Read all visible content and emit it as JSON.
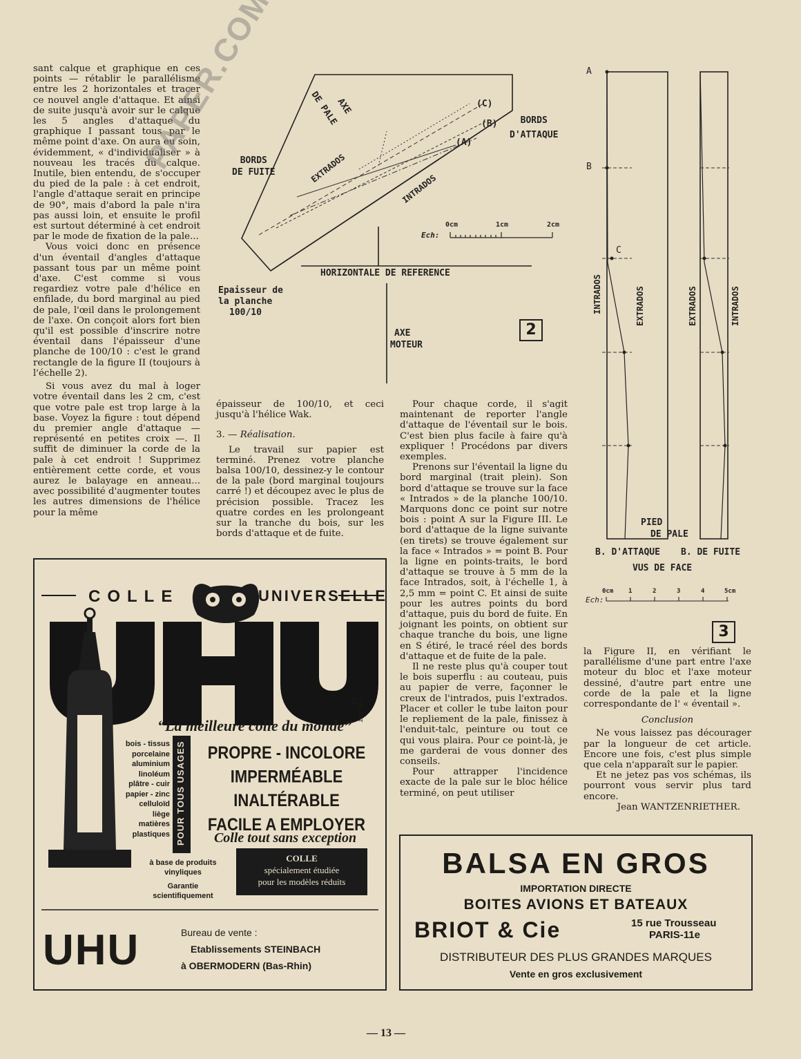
{
  "col_left": [
    "sant calque et graphique en ces points — rétablir le parallélisme entre les 2 horizontales et tracer ce nouvel angle d'attaque. Et ainsi de suite jusqu'à avoir sur le calque les 5 angles d'attaque du graphique I passant tous par le même point d'axe. On aura eu soin, évidemment, « d'individualiser » à nouveau les tracés du calque. Inutile, bien entendu, de s'occuper du pied de la pale : à cet endroit, l'angle d'attaque serait en principe de 90°, mais d'abord la pale n'ira pas aussi loin, et ensuite le profil est surtout déterminé à cet endroit par le mode de fixation de la pale...",
    "Vous voici donc en présence d'un éventail d'angles d'attaque passant tous par un même point d'axe. C'est comme si vous regardiez votre pale d'hélice en enfilade, du bord marginal au pied de pale, l'œil dans le prolongement de l'axe. On conçoit alors fort bien qu'il est possible d'inscrire notre éventail dans l'épaisseur d'une planche de 100/10 : c'est le grand rectangle de la figure II (toujours à l'échelle 2).",
    "Si vous avez du mal à loger votre éventail dans les 2 cm, c'est que votre pale est trop large à la base. Voyez la figure : tout dépend du premier angle d'attaque — représenté en petites croix —. Il suffit de diminuer la corde de la pale à cet endroit ! Supprimez entièrement cette corde, et vous aurez le balayage en anneau... avec possibilité d'augmenter toutes les autres dimensions de l'hélice pour la même"
  ],
  "col_mid": {
    "p1": "épaisseur de 100/10, et ceci jusqu'à l'hélice Wak.",
    "heading_num": "3. — ",
    "heading_title": "Réalisation.",
    "p2": "Le travail sur papier est terminé. Prenez votre planche balsa 100/10, dessinez-y le contour de la pale (bord marginal toujours carré !) et découpez avec le plus de précision possible. Tracez les quatre cordes en les prolongeant sur la tranche du bois, sur les bords d'attaque et de fuite."
  },
  "col_right": [
    "Pour chaque corde, il s'agit maintenant de reporter l'angle d'attaque de l'éventail sur le bois. C'est bien plus facile à faire qu'à expliquer ! Procédons par divers exemples.",
    "Prenons sur l'éventail la ligne du bord marginal (trait plein). Son bord d'attaque se trouve sur la face « Intrados » de la planche 100/10. Marquons donc ce point sur notre bois : point A sur la Figure III. Le bord d'attaque de la ligne suivante (en tirets) se trouve également sur la face « Intrados » = point B. Pour la ligne en points-traits, le bord d'attaque se trouve à 5 mm de la face Intrados, soit, à l'échelle 1, à 2,5 mm = point C. Et ainsi de suite pour les autres points du bord d'attaque, puis du bord de fuite. En joignant les points, on obtient sur chaque tranche du bois, une ligne en S étiré, le tracé réel des bords d'attaque et de fuite de la pale.",
    "Il ne reste plus qu'à couper tout le bois superflu : au couteau, puis au papier de verre, façonner le creux de l'intrados, puis l'extrados. Placer et coller le tube laiton pour le repliement de la pale, finissez à l'enduit-talc, peinture ou tout ce qui vous plaira. Pour ce point-là, je me garderai de vous donner des conseils.",
    "Pour attrapper l'incidence exacte de la pale sur le bloc hélice terminé, on peut utiliser"
  ],
  "col_far": {
    "p1": "la Figure II, en vérifiant le parallélisme d'une part entre l'axe moteur du bloc et l'axe moteur dessiné, d'autre part entre une corde de la pale et la ligne correspondante de l' « éventail ».",
    "conclusion": "Conclusion",
    "p2": "Ne vous laissez pas décourager par la longueur de cet article. Encore une fois, c'est plus simple que cela n'apparaît sur le papier.",
    "p3": "Et ne jetez pas vos schémas, ils pourront vous servir plus tard encore.",
    "signature": "Jean WANTZENRIETHER."
  },
  "fig2": {
    "number": "2",
    "axe_de_pale": "AXE",
    "de_pale": "DE PALE",
    "extrados": "EXTRADOS",
    "intrados": "INTRADOS",
    "bords_fuite_1": "BORDS",
    "bords_fuite_2": "DE FUITE",
    "bords_attaque_1": "BORDS",
    "bords_attaque_2": "D'ATTAQUE",
    "point_a": "(A)",
    "point_b": "(B)",
    "point_c": "(C)",
    "horizontale": "HORIZONTALE DE REFERENCE",
    "epaisseur_1": "Epaisseur de",
    "epaisseur_2": "la planche",
    "epaisseur_3": "100/10",
    "axe_moteur_1": "AXE",
    "axe_moteur_2": "MOTEUR",
    "scale_label": "Ech:",
    "scale_0": "0cm",
    "scale_1": "1cm",
    "scale_2": "2cm"
  },
  "fig3": {
    "number": "3",
    "a": "A",
    "b": "B",
    "c": "C",
    "intrados_left": "INTRADOS",
    "extrados_left": "EXTRADOS",
    "extrados_right": "EXTRADOS",
    "intrados_right": "INTRADOS",
    "pied_1": "PIED",
    "pied_2": "DE PALE",
    "caption_1": "B. D'ATTAQUE",
    "caption_2": "B. DE FUITE",
    "caption_3": "VUS DE FACE",
    "scale_label": "Ech:",
    "scale_ticks": [
      "0cm",
      "1",
      "2",
      "3",
      "4",
      "5cm"
    ]
  },
  "uhu_ad": {
    "colle": "COLLE",
    "universelle": "UNIVERSELLE",
    "brand": "UHU",
    "slogan": "“La meilleure colle du monde”",
    "publivit": "PUBLIVIT 84",
    "materials": [
      "bois - tissus",
      "porcelaine",
      "aluminium",
      "linoléum",
      "plâtre - cuir",
      "papier - zinc",
      "celluloïd",
      "liège",
      "matières",
      "plastiques"
    ],
    "pour_tous_usages": "POUR TOUS USAGES",
    "propre": "PROPRE - INCOLORE",
    "impermeable": "IMPERMÉABLE",
    "inalterable": "INALTÉRABLE",
    "facile": "FACILE A EMPLOYER",
    "colle_tout": "Colle tout sans exception",
    "base_1": "à base de produits",
    "base_2": "vinyliques",
    "garantie_1": "Garantie",
    "garantie_2": "scientifiquement",
    "box_1": "COLLE",
    "box_2": "spécialement étudiée",
    "box_3": "pour les modèles réduits",
    "bureau": "Bureau de vente :",
    "etab": "Etablissements STEINBACH",
    "lieu": "à OBERMODERN (Bas-Rhin)"
  },
  "balsa_ad": {
    "title": "BALSA EN GROS",
    "importation": "IMPORTATION DIRECTE",
    "boites": "BOITES AVIONS ET BATEAUX",
    "briot": "BRIOT & Cie",
    "address_1": "15 rue Trousseau",
    "address_2": "PARIS-11e",
    "distrib": "DISTRIBUTEUR DES PLUS GRANDES MARQUES",
    "vente": "Vente en gros exclusivement"
  },
  "watermark": "PAPER.COM",
  "page_number": "— 13 —"
}
